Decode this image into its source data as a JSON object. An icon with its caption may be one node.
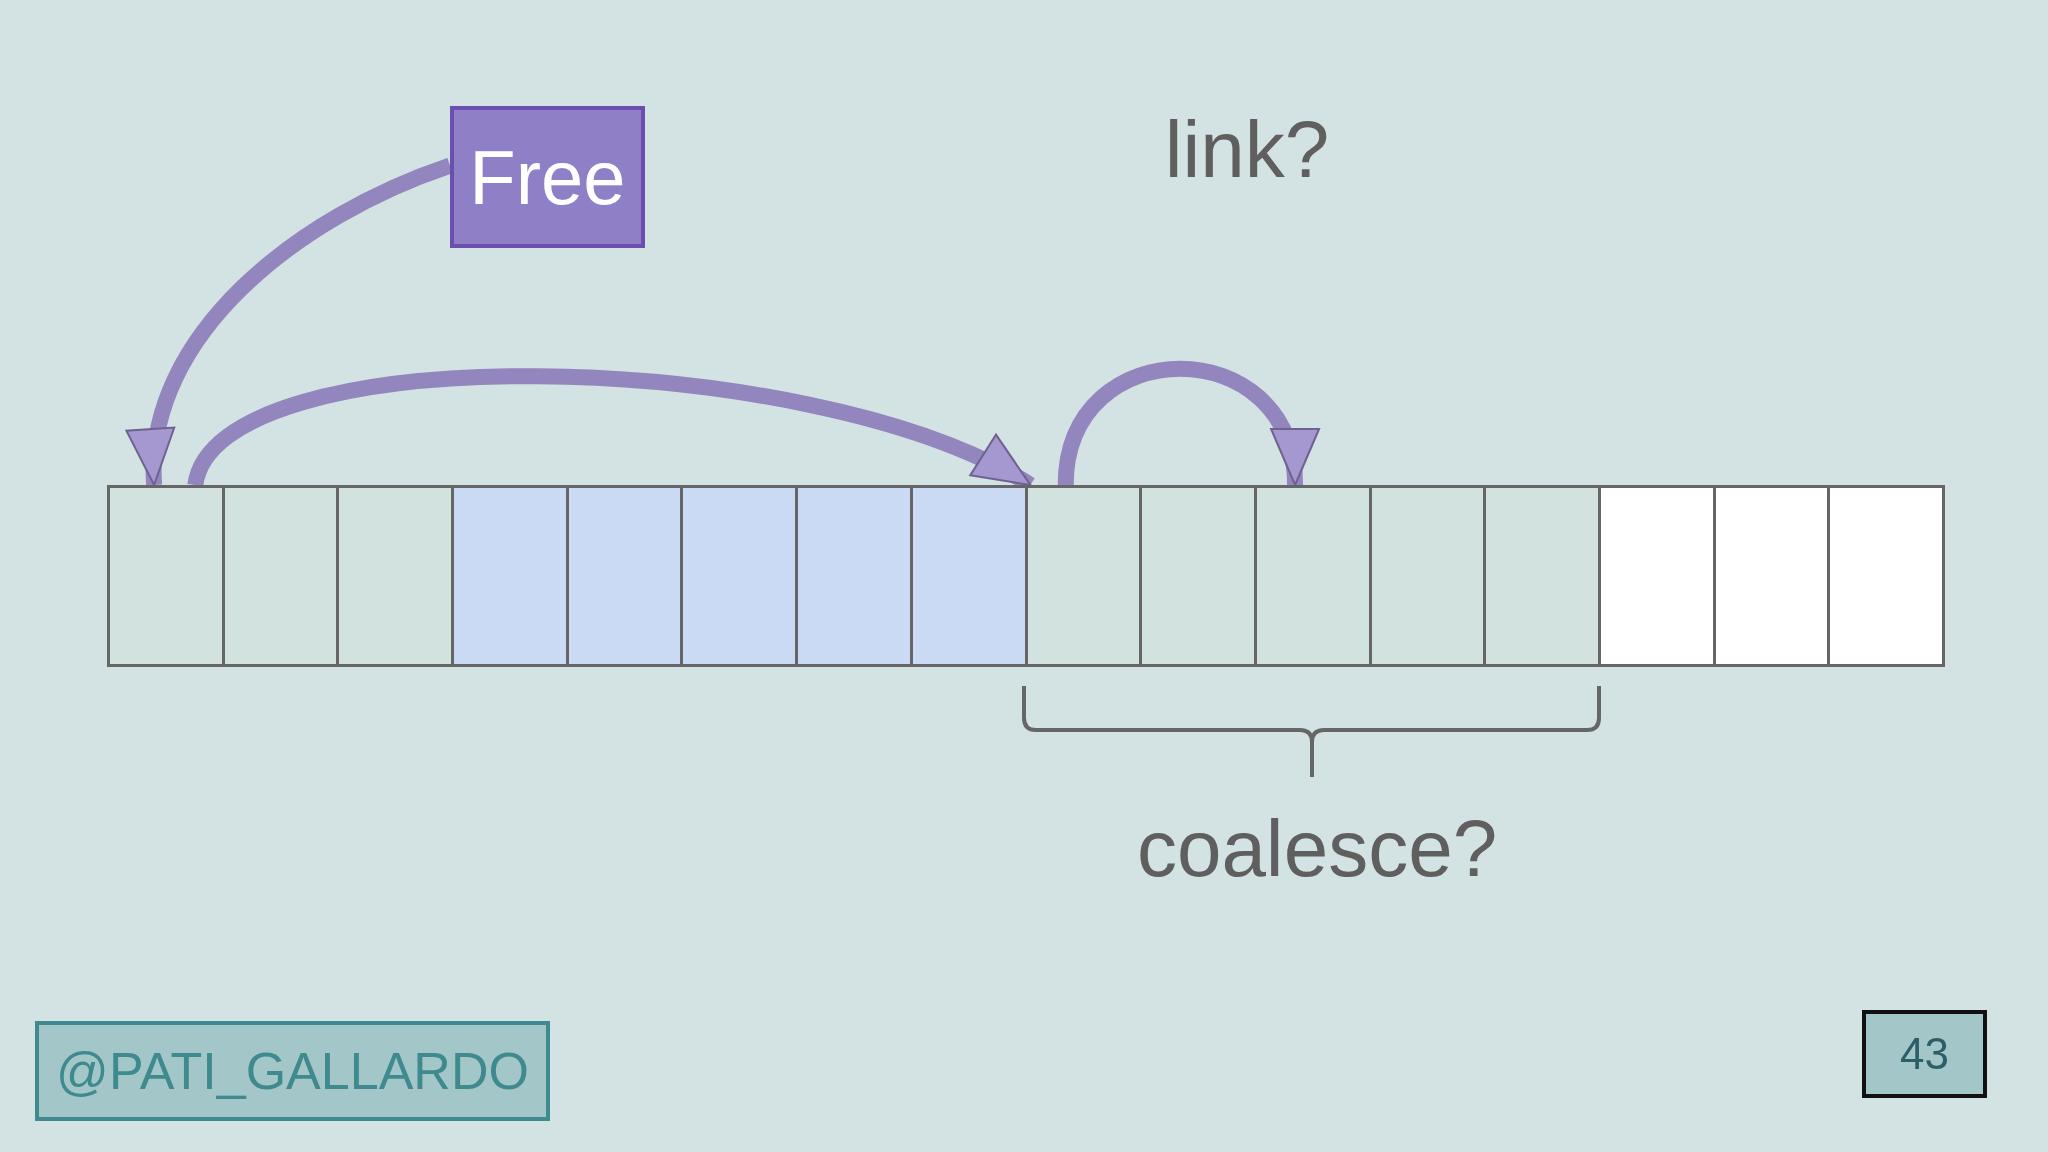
{
  "diagram": {
    "nodes": [
      {
        "text": [
          "Free"
        ]
      },
      {
        "text": [],
        "shape": "box"
      },
      {
        "text": [],
        "shape": "box"
      },
      {
        "text": [],
        "shape": "box"
      },
      {
        "text": [],
        "shape": "box"
      },
      {
        "text": [],
        "shape": "box"
      },
      {
        "text": [],
        "shape": "box"
      },
      {
        "text": [],
        "shape": "box"
      },
      {
        "text": [],
        "shape": "box"
      },
      {
        "text": [],
        "shape": "box"
      },
      {
        "text": [],
        "shape": "box"
      },
      {
        "text": [],
        "shape": "box"
      },
      {
        "text": [],
        "shape": "box"
      },
      {
        "text": [],
        "shape": "box"
      },
      {
        "text": [],
        "shape": "box"
      },
      {
        "text": [],
        "shape": "box"
      },
      {
        "text": [],
        "shape": "box"
      },
      {
        "text": [
          "@PATI_GALLARDO"
        ]
      },
      {
        "text": [
          "43"
        ]
      }
    ],
    "edges": [
      {
        "from": 0,
        "to": 1,
        "arrow": "to"
      },
      {
        "from": 1,
        "to": 9,
        "arrow": "to"
      },
      {
        "from": 9,
        "to": 11,
        "arrow": "to"
      }
    ],
    "labels": [
      "link?",
      "coalesce?"
    ]
  }
}
